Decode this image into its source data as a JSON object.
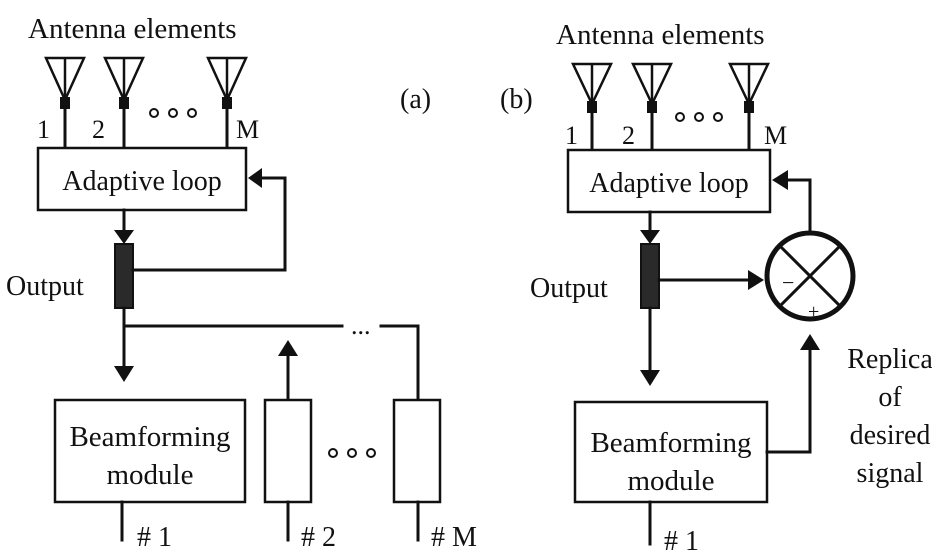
{
  "panel_a": {
    "tag": "(a)",
    "antenna_label": "Antenna elements",
    "element_first": "1",
    "element_second": "2",
    "element_last": "M",
    "adaptive_loop": "Adaptive loop",
    "output_label": "Output",
    "beamforming_line1": "Beamforming",
    "beamforming_line2": "module",
    "bus_ellipsis": "...",
    "port_1": "# 1",
    "port_2": "# 2",
    "port_m": "# M"
  },
  "panel_b": {
    "tag": "(b)",
    "antenna_label": "Antenna elements",
    "element_first": "1",
    "element_second": "2",
    "element_last": "M",
    "adaptive_loop": "Adaptive loop",
    "output_label": "Output",
    "beamforming_line1": "Beamforming",
    "beamforming_line2": "module",
    "port_1": "# 1",
    "minus_sign": "−",
    "plus_sign": "+",
    "replica_line1": "Replica",
    "replica_line2": "of",
    "replica_line3": "desired",
    "replica_line4": "signal"
  },
  "icons": {
    "antenna": "antenna-icon",
    "summing_junction": "summing-junction-icon"
  },
  "colors": {
    "ink": "#111111",
    "background": "#ffffff"
  }
}
